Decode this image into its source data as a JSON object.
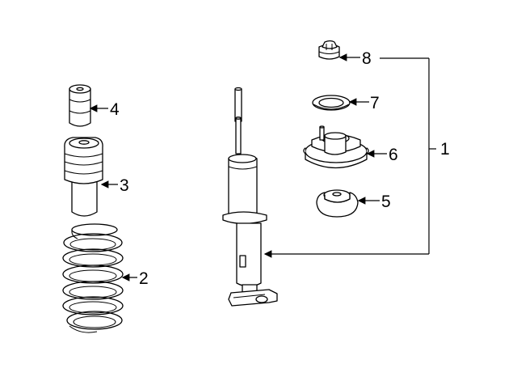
{
  "callouts": {
    "p1": "1",
    "p2": "2",
    "p3": "3",
    "p4": "4",
    "p5": "5",
    "p6": "6",
    "p7": "7",
    "p8": "8"
  },
  "colors": {
    "line": "#000000",
    "background": "#ffffff"
  }
}
